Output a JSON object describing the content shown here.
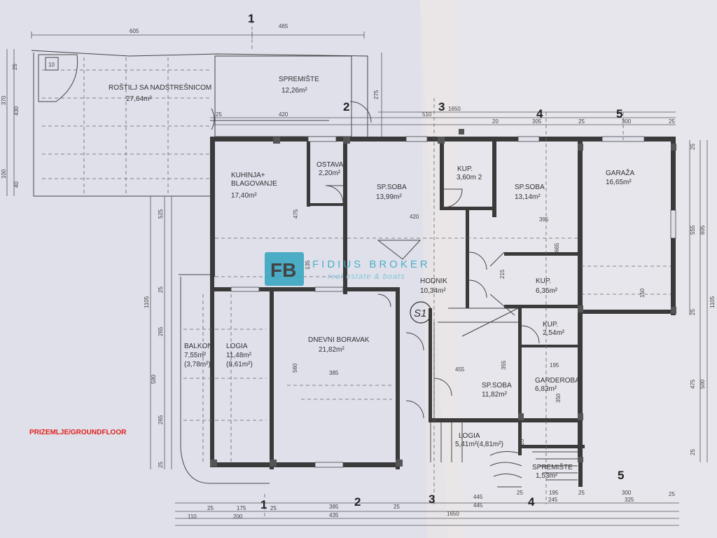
{
  "labels": {
    "ground_floor": "PRIZEMLJE/GROUNDFLOOR",
    "section_marker": "S1"
  },
  "brand": {
    "logo_mark": "FB",
    "name": "FIDIUS BROKER",
    "tagline": "real estate & boats"
  },
  "axes": [
    "1",
    "2",
    "3",
    "4",
    "5"
  ],
  "rooms": [
    {
      "name": "ROŠTILJ SA NADSTREŠNICOM",
      "area": "27,64m²"
    },
    {
      "name": "SPREMIŠTE",
      "area": "12,26m²"
    },
    {
      "name": "KUHINJA+",
      "name2": "BLAGOVANJE",
      "area": "17,40m²"
    },
    {
      "name": "OSTAVA",
      "area": "2,20m²"
    },
    {
      "name": "SP.SOBA",
      "area": "13,99m²"
    },
    {
      "name": "KUP.",
      "area": "3,60m 2"
    },
    {
      "name": "SP.SOBA",
      "area": "13,14m²"
    },
    {
      "name": "GARAŽA",
      "area": "16,65m²"
    },
    {
      "name": "HODNIK",
      "area": "10,34m²"
    },
    {
      "name": "KUP.",
      "area": "6,35m²"
    },
    {
      "name": "KUP.",
      "area": "2,54m²"
    },
    {
      "name": "BALKON",
      "area": "7,55m²",
      "area2": "(3,78m²)"
    },
    {
      "name": "LOGIA",
      "area": "11,48m²",
      "area2": "(8,61m²)"
    },
    {
      "name": "DNEVNI BORAVAK",
      "area": "21,82m²"
    },
    {
      "name": "SP.SOBA",
      "area": "11,82m²"
    },
    {
      "name": "GARDEROBA",
      "area": "6,83m²"
    },
    {
      "name": "LOGIA",
      "area": "5,41m²(4,81m²)"
    },
    {
      "name": "SPREMIŠTE",
      "area": "1,53m²"
    }
  ],
  "dims": {
    "top": [
      "605",
      "465",
      "1650"
    ],
    "top_inner": [
      "25",
      "420",
      "510",
      "20",
      "305",
      "25",
      "300",
      "25",
      "275"
    ],
    "mid": [
      "420",
      "395",
      "385",
      "455",
      "195",
      "135",
      "475",
      "215",
      "665",
      "150",
      "355",
      "350",
      "560",
      "120"
    ],
    "bottom": [
      "110",
      "25",
      "175",
      "25",
      "385",
      "25",
      "445",
      "25",
      "195",
      "25",
      "300",
      "25"
    ],
    "bottom2": [
      "200",
      "435",
      "445",
      "245",
      "325"
    ],
    "bottom3": [
      "1650"
    ],
    "left": [
      "370",
      "430",
      "100",
      "40",
      "525",
      "25",
      "265",
      "1105",
      "580",
      "265",
      "25",
      "25"
    ],
    "right": [
      "25",
      "555",
      "605",
      "25",
      "1105",
      "475",
      "500",
      "25"
    ]
  }
}
